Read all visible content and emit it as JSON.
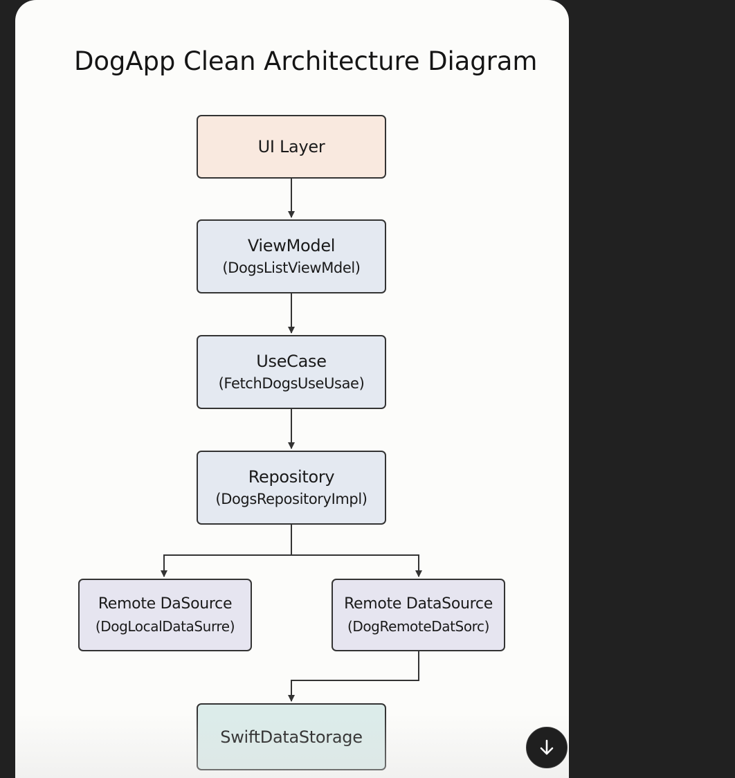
{
  "diagram": {
    "title": "DogApp Clean Architecture Diagram",
    "nodes": {
      "ui": {
        "name": "UI Layer"
      },
      "viewmodel": {
        "name": "ViewModel",
        "detail": "(DogsListViewMdel)"
      },
      "usecase": {
        "name": "UseCase",
        "detail": "(FetchDogsUseUsae)"
      },
      "repository": {
        "name": "Repository",
        "detail": "(DogsRepositoryImpl)"
      },
      "local_source": {
        "name": "Remote DaSource",
        "detail": "(DogLocalDataSurre)"
      },
      "remote_source": {
        "name": "Remote DataSource",
        "detail": "(DogRemoteDatSorc)"
      },
      "storage": {
        "name": "SwiftDataStorage"
      }
    },
    "edges": [
      {
        "from": "UI Layer",
        "to": "ViewModel"
      },
      {
        "from": "ViewModel",
        "to": "UseCase"
      },
      {
        "from": "UseCase",
        "to": "Repository"
      },
      {
        "from": "Repository",
        "to": "Remote DaSource"
      },
      {
        "from": "Repository",
        "to": "Remote DataSource"
      },
      {
        "from": "Remote DataSource",
        "to": "SwiftDataStorage"
      }
    ],
    "colors": {
      "ui_fill": "#f9e9df",
      "layer_fill": "#e4e9f1",
      "source_fill": "#e6e5f0",
      "storage_fill": "#dcecea",
      "stroke": "#333333"
    }
  },
  "controls": {
    "scroll_down_icon": "arrow-down-icon"
  }
}
